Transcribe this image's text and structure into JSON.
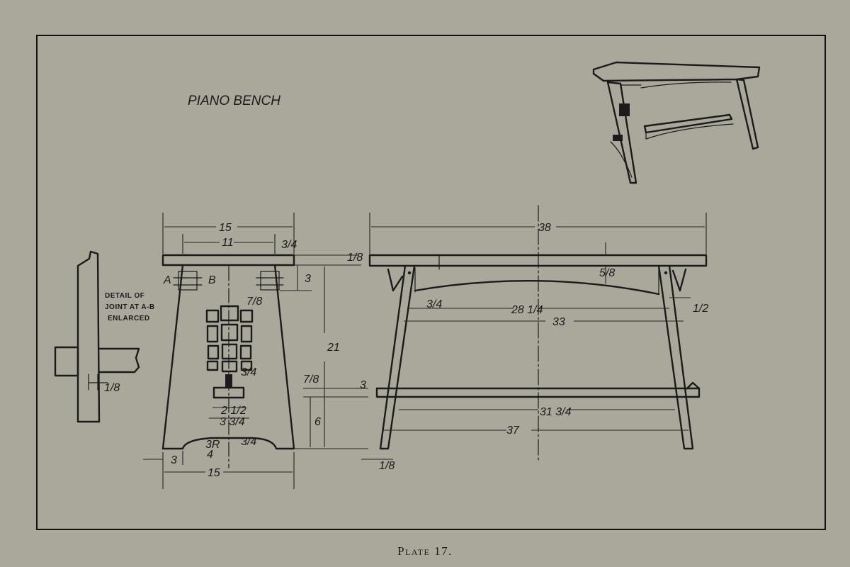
{
  "title": "PIANO BENCH",
  "caption": "Plate 17.",
  "detail_label": [
    "DETAIL OF",
    "JOINT AT A-B",
    "ENLARCED"
  ],
  "points": {
    "a": "A",
    "b": "B"
  },
  "end_view_dims": {
    "top_width": "15",
    "inner_width": "11",
    "edge_frac": "3/4",
    "top_thick": "1/8",
    "slot_depth": "3",
    "tenon_frac": "7/8",
    "height": "21",
    "stretcher_frac": "7/8",
    "stretcher_h": "3",
    "rail_h": "6",
    "arch_radius": "3R",
    "arch_frac": "4",
    "arch_rise": "3/4",
    "arch_left": "3",
    "bottom_width": "15",
    "keyhole_frac": "3/4",
    "cutout_a": "2 1/2",
    "cutout_b": "3 3/4"
  },
  "front_view_dims": {
    "length": "38",
    "apron_frac": "3/4",
    "apron_span": "28 1/4",
    "overhang": "1/2",
    "leg_span": "33",
    "top_thick": "5/8",
    "shelf_span": "31 3/4",
    "base_span": "37",
    "foot": "1/8"
  },
  "detail_dim": "1/8"
}
